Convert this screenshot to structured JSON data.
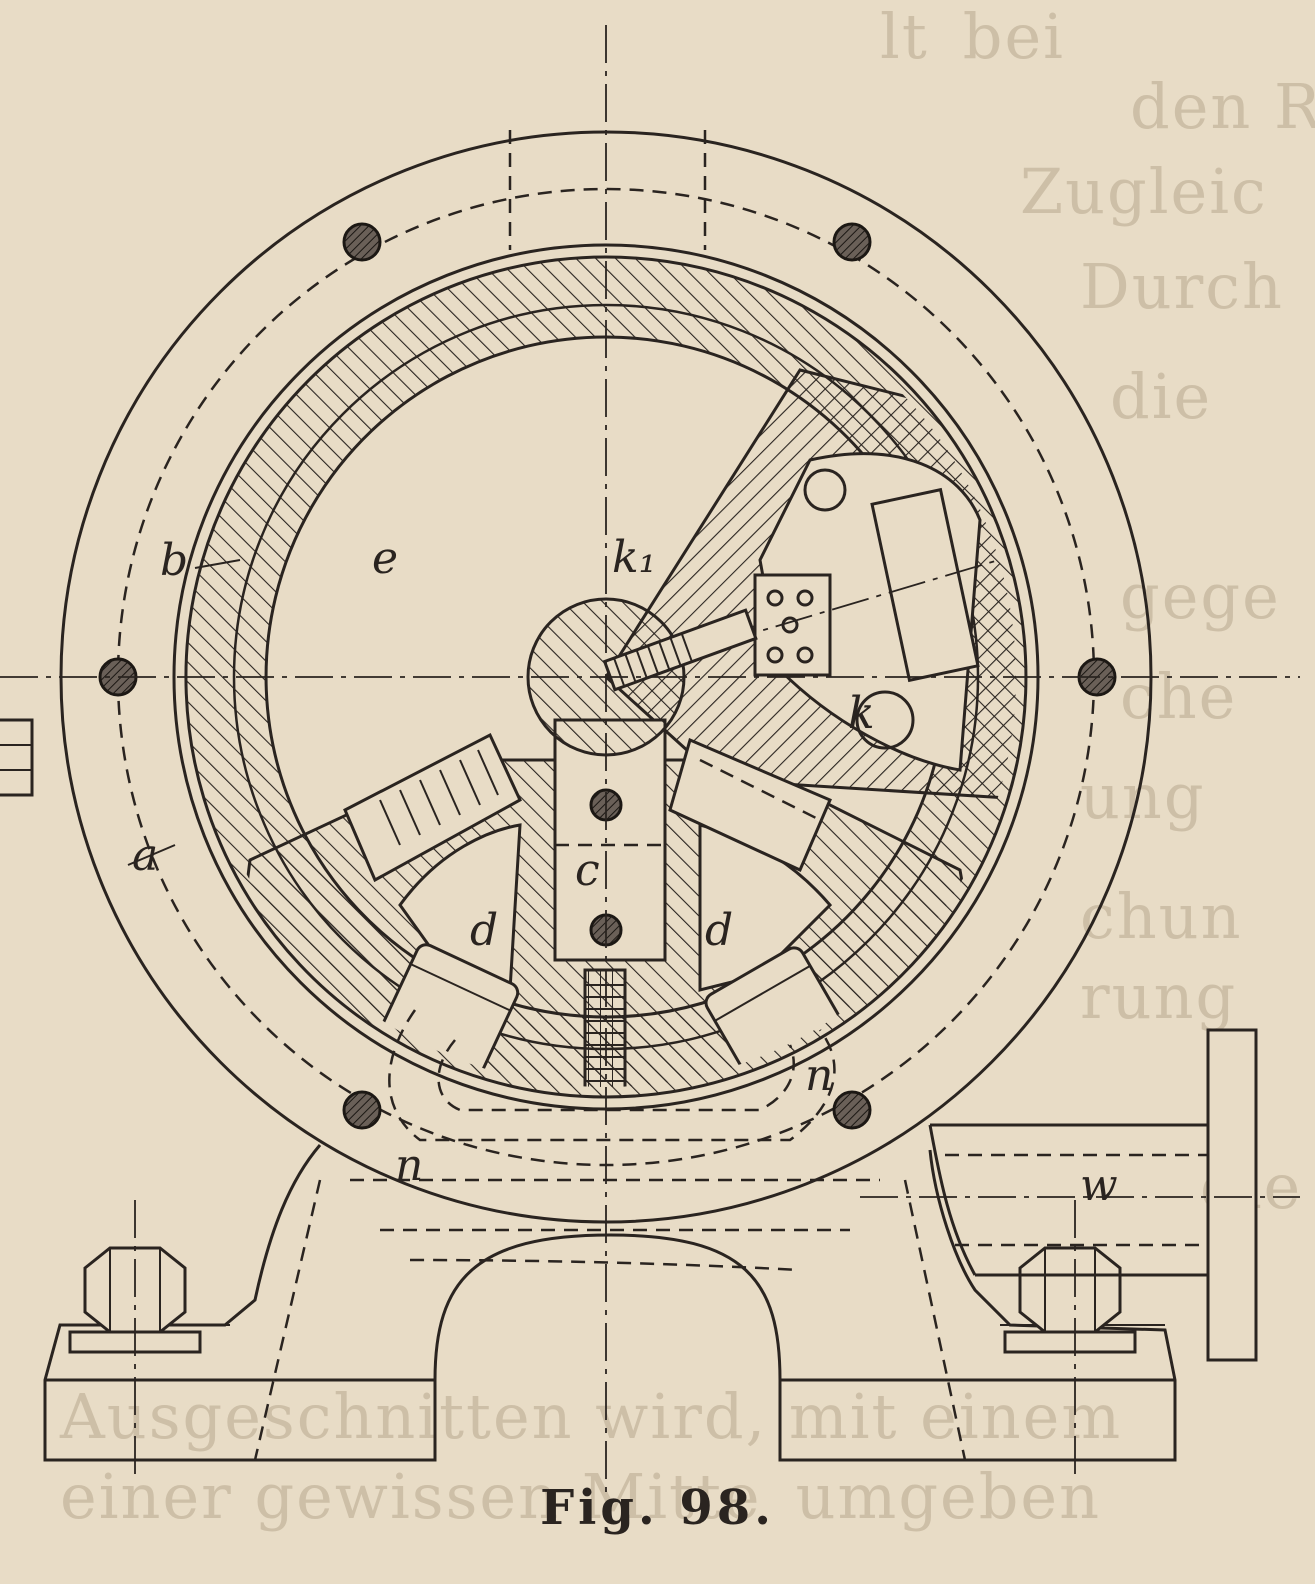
{
  "caption": "Fig. 98.",
  "labels": {
    "b": "b",
    "e": "e",
    "k1": "k₁",
    "k": "k",
    "a": "a",
    "c": "c",
    "d_left": "d",
    "d_right": "d",
    "n_right": "n",
    "n_left": "n",
    "w": "w"
  },
  "colors": {
    "paper": "#e8dcc6",
    "ink": "#2a2420",
    "bleed": "#cdbfa7"
  }
}
